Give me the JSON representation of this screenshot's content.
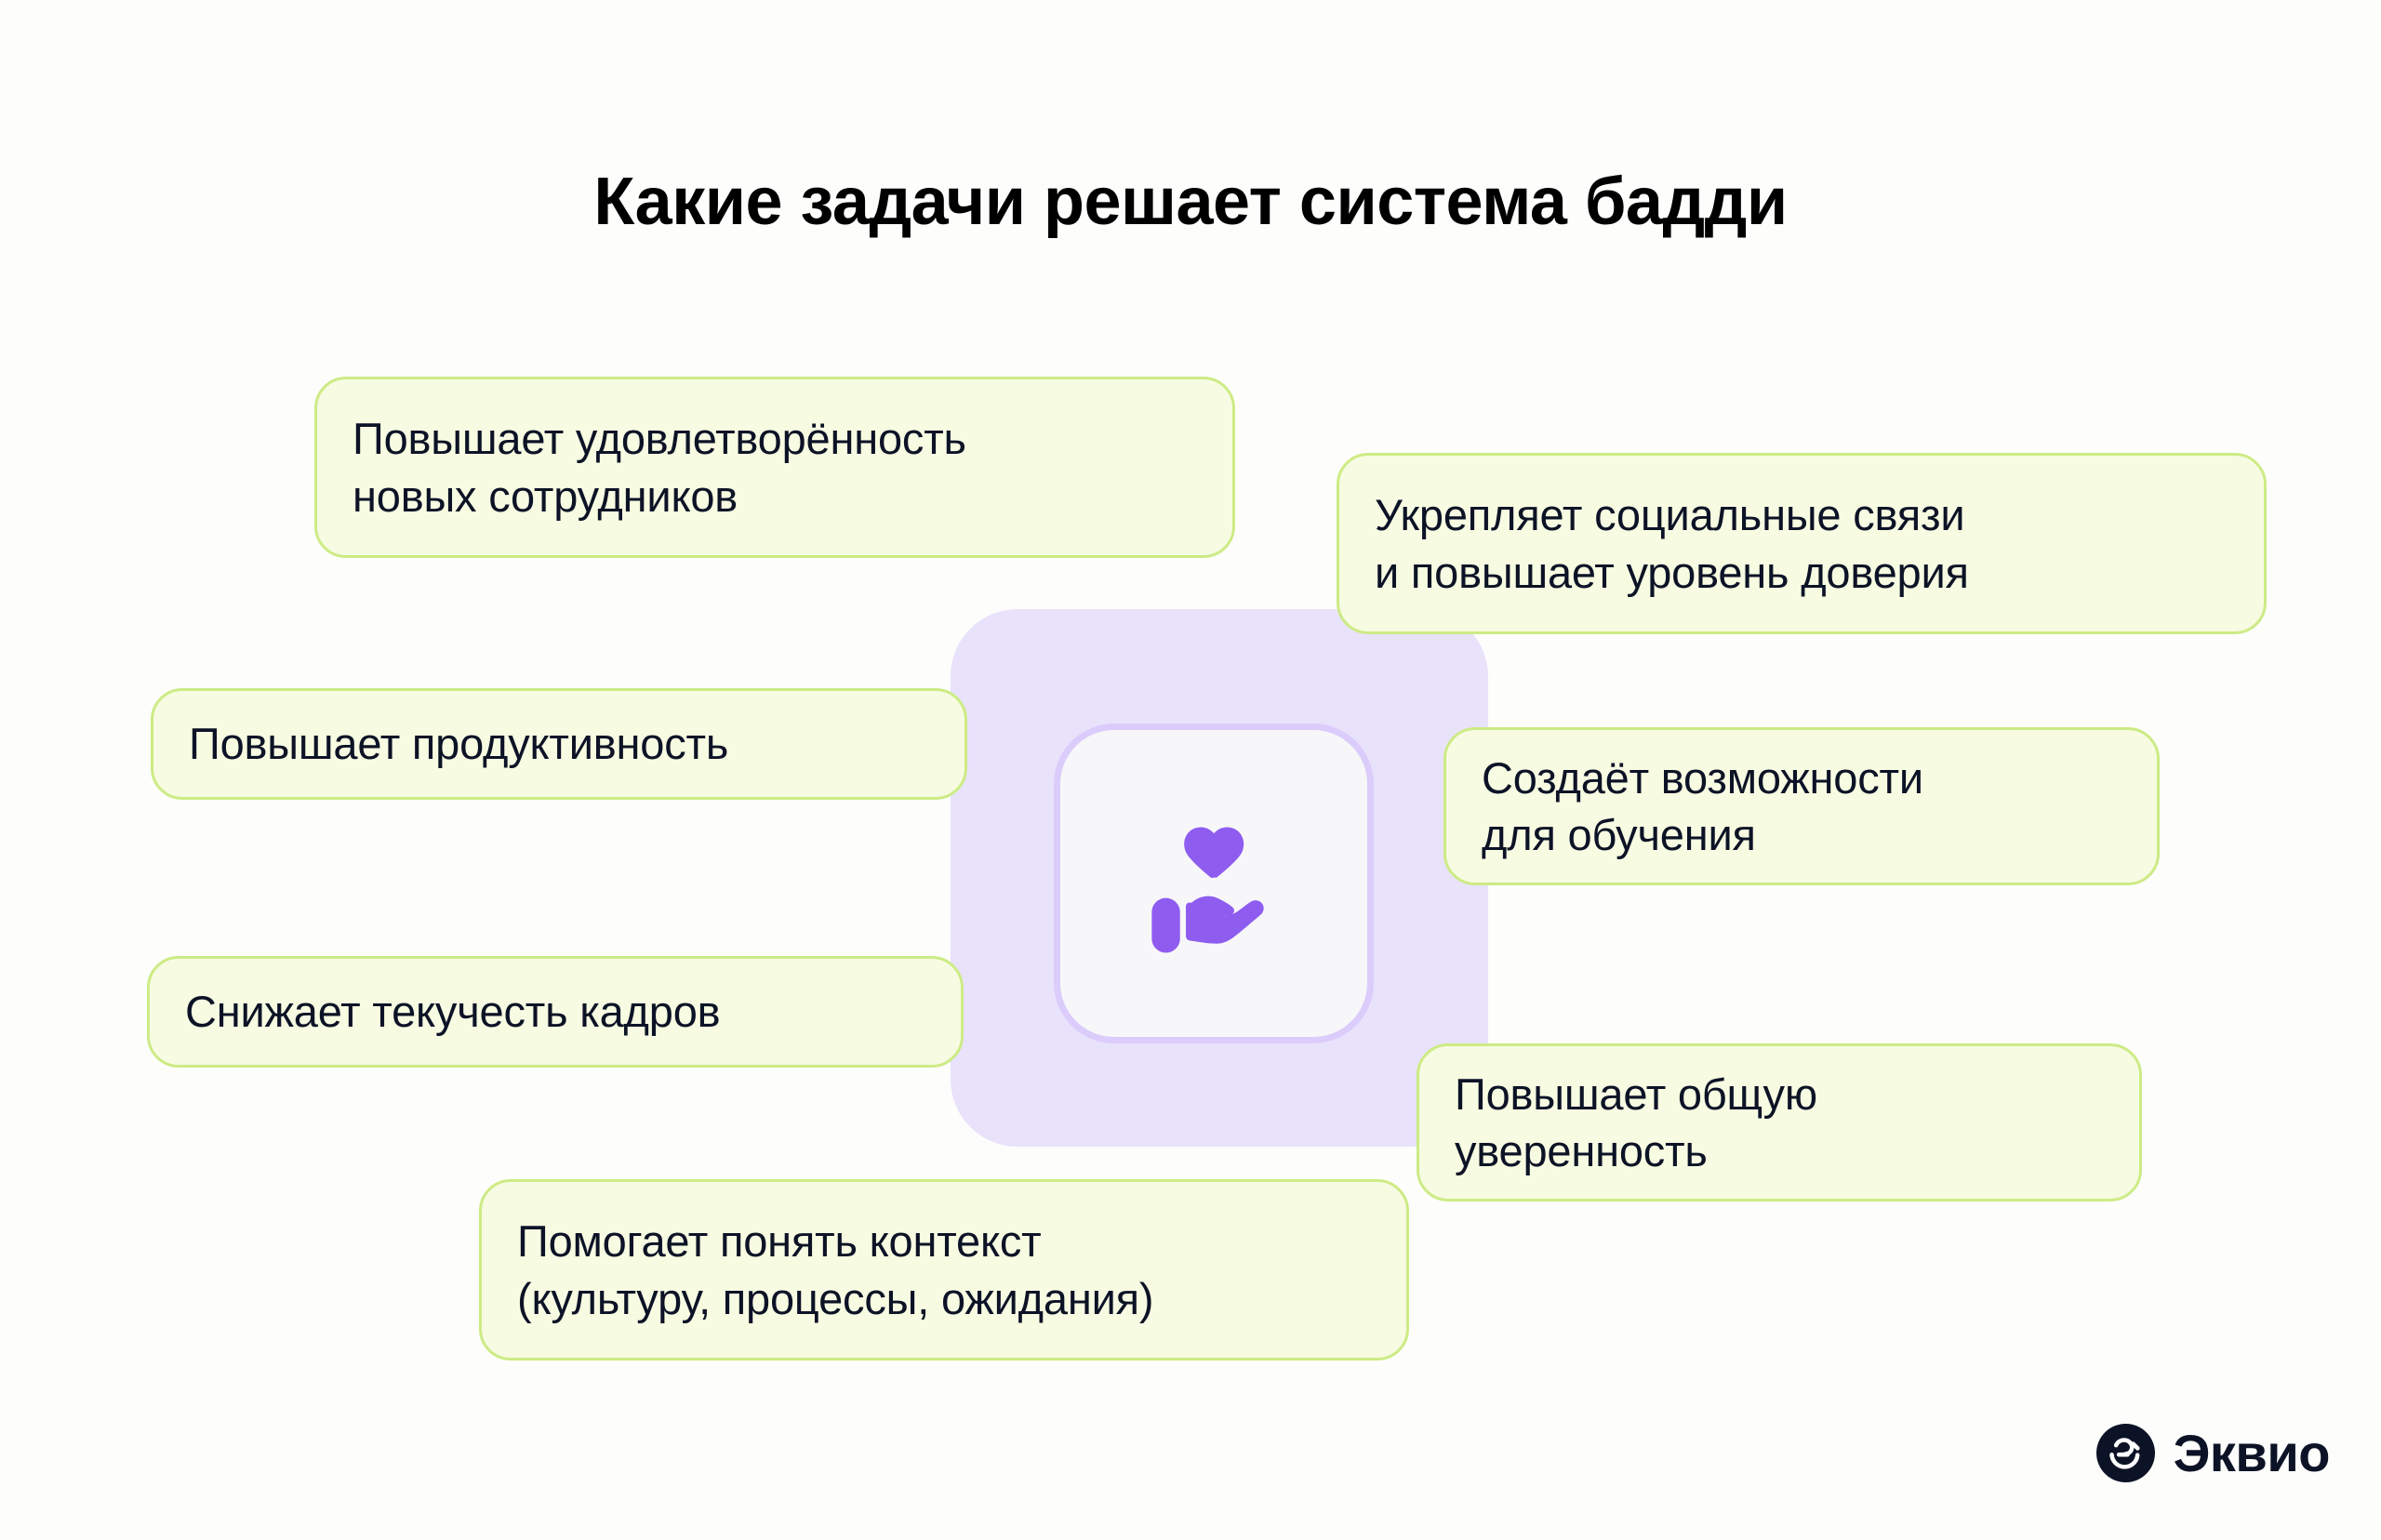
{
  "page": {
    "background_color": "#fdfdfb",
    "title": "Какие задачи решает система бадди"
  },
  "center": {
    "panel_color": "#e9e2fb",
    "card_color": "#f7f7f9",
    "icon_name": "hand-holding-heart-icon",
    "icon_color": "#8f5cf0"
  },
  "cards": {
    "border_color": "#cdeb85",
    "fill_color": "#f7fbe2",
    "text_color": "#0d1326",
    "items": [
      {
        "id": "satisfaction",
        "text": "Повышает удовлетворённость\nновых сотрудников"
      },
      {
        "id": "social_ties",
        "text": "Укрепляет социальные связи\nи повышает уровень доверия"
      },
      {
        "id": "productivity",
        "text": "Повышает продуктивность"
      },
      {
        "id": "learning",
        "text": "Создаёт возможности\nдля обучения"
      },
      {
        "id": "turnover",
        "text": "Снижает текучесть кадров"
      },
      {
        "id": "confidence",
        "text": "Повышает общую\nуверенность"
      },
      {
        "id": "context",
        "text": "Помогает понять контекст\n(культуру, процессы, ожидания)"
      }
    ]
  },
  "logo": {
    "name": "Эквио",
    "mark_color": "#0d1326",
    "mark_icon_name": "ekvio-swirl-logo-icon"
  }
}
